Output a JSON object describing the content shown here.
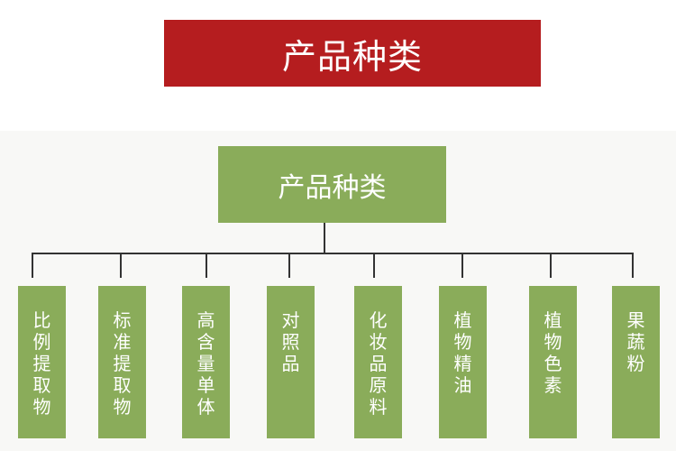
{
  "banner": {
    "title": "产品种类"
  },
  "tree": {
    "root": "产品种类",
    "children": [
      "比例提取物",
      "标准提取物",
      "高含量单体",
      "对照品",
      "化妆品原料",
      "植物精油",
      "植物色素",
      "果蔬粉"
    ]
  },
  "colors": {
    "banner": "#b51d1f",
    "node": "#8aac5a",
    "line": "#333333"
  }
}
